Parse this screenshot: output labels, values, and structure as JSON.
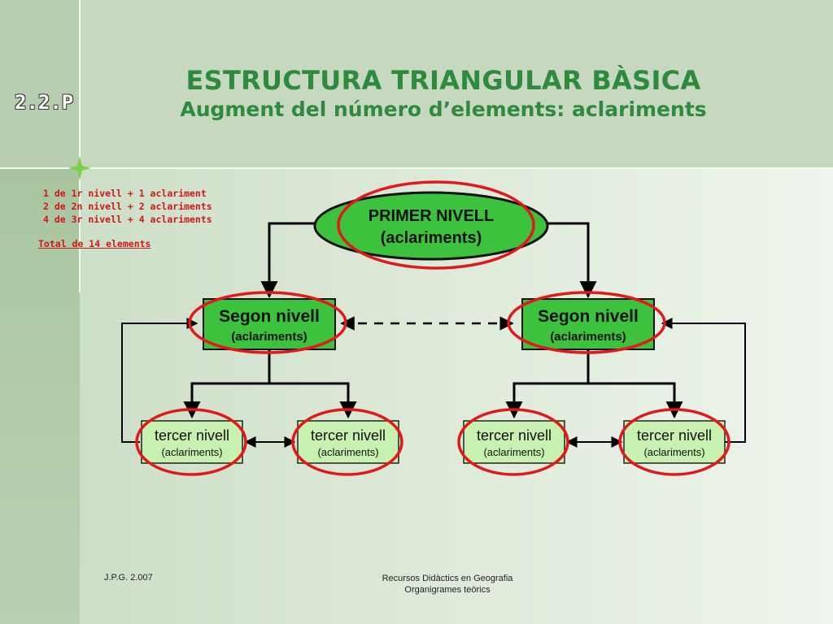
{
  "title": "ESTRUCTURA TRIANGULAR BÀSICA",
  "subtitle": "Augment del número d’elements: aclariments",
  "slide_code": "2.2.P",
  "notes": {
    "lines": [
      "1 de 1r nivell + 1 aclariment",
      "2 de 2n nivell + 2 aclariments",
      "4 de 3r nivell + 4 aclariments"
    ],
    "total": "Total de 14 elements"
  },
  "diagram": {
    "level1": {
      "title": "PRIMER NIVELL",
      "note": "(aclariments)"
    },
    "level2": [
      {
        "title": "Segon nivell",
        "note": "(aclariments)"
      },
      {
        "title": "Segon nivell",
        "note": "(aclariments)"
      }
    ],
    "level3": [
      {
        "title": "tercer nivell",
        "note": "(aclariments)"
      },
      {
        "title": "tercer nivell",
        "note": "(aclariments)"
      },
      {
        "title": "tercer nivell",
        "note": "(aclariments)"
      },
      {
        "title": "tercer nivell",
        "note": "(aclariments)"
      }
    ]
  },
  "colors": {
    "title_green": "#2e8a3c",
    "ellipse_green": "#3cc23c",
    "box_fill": "#c8f0b0",
    "highlight_red": "#e01a1a",
    "note_red": "#d01818"
  },
  "footer": {
    "author": "J.P.G. 2.007",
    "line1": "Recursos Didàctics en Geografia",
    "line2": "Organigrames teòrics"
  }
}
